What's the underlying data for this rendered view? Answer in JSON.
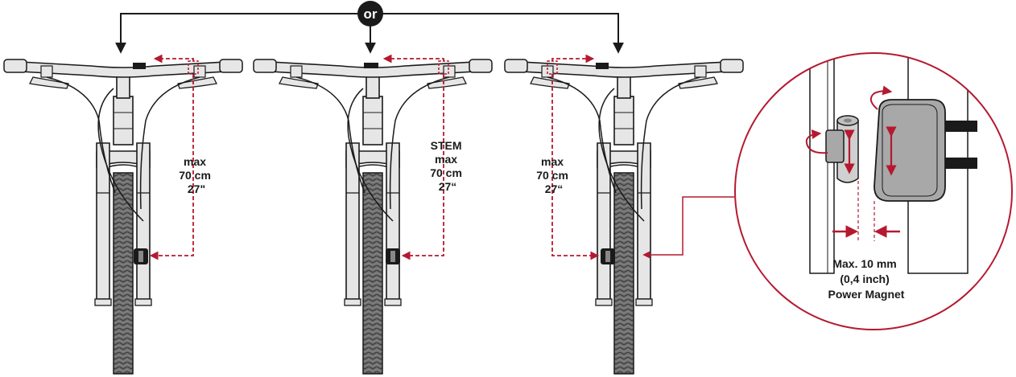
{
  "colors": {
    "accent": "#b5192f",
    "outline": "#1a1a1a",
    "frame": "#e6e6e6",
    "sensor": "#a8a8a8",
    "tire": "#6f6f6f"
  },
  "selector": {
    "label": "or"
  },
  "panels": [
    {
      "label_lines": [
        "max",
        "70 cm",
        "27ʺ"
      ]
    },
    {
      "label_lines": [
        "STEM",
        "max",
        "70 cm",
        "27“"
      ]
    },
    {
      "label_lines": [
        "max",
        "70 cm",
        "27“"
      ]
    }
  ],
  "detail": {
    "caption_lines": [
      "Max. 10 mm",
      "(0,4 inch)",
      "Power Magnet"
    ]
  }
}
